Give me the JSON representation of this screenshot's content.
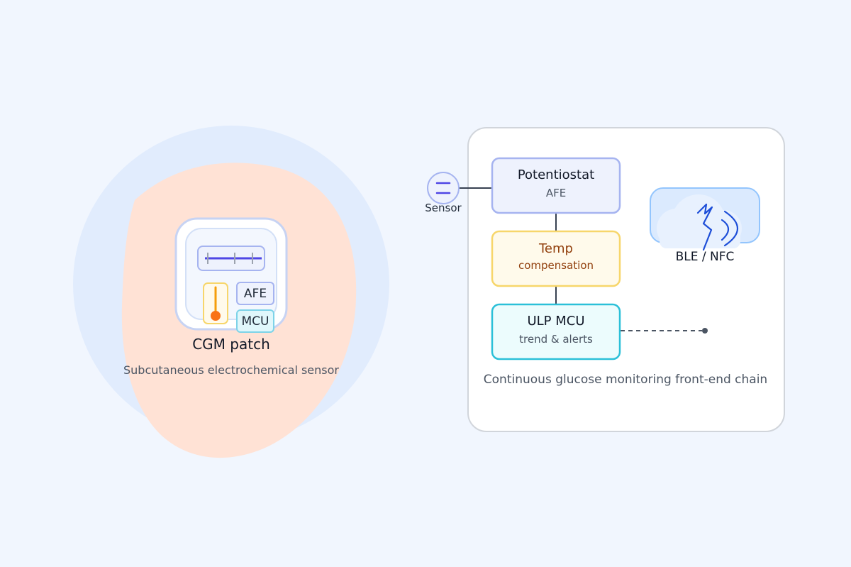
{
  "colors": {
    "background": "#f1f6fe",
    "halo": "#e1ecfd",
    "skin": "#ffe2d5",
    "patch_border": "#c7d3f3",
    "violet": "#4f46e5",
    "lavender_border": "#a6b4f0",
    "lavender_fill": "#eef2fd",
    "amber_border": "#f7d66b",
    "amber_fill": "#fffaeb",
    "amber_text": "#92400e",
    "cyan_border": "#2bc0d8",
    "cyan_fill": "#ecfcfd",
    "thermo_orange": "#f97316",
    "thermo_tube": "#f59e0b",
    "cloud_fill": "#dbeafe",
    "cloud_border": "#93c5fd",
    "wireless_blue": "#1d4ed8",
    "text_dark": "#1f2937",
    "text_muted": "#4b5563",
    "connector": "#374151",
    "panel_border": "#d1d5db"
  },
  "left": {
    "title": "CGM patch",
    "subtitle": "Subcutaneous electrochemical sensor",
    "chip_afe": "AFE",
    "chip_mcu": "MCU"
  },
  "right": {
    "sensor_label": "Sensor",
    "potentiostat_title": "Potentiostat",
    "potentiostat_sub": "AFE",
    "temp_title": "Temp",
    "temp_sub": "compensation",
    "mcu_title": "ULP MCU",
    "mcu_sub": "trend & alerts",
    "wireless_label": "BLE / NFC",
    "caption": "Continuous glucose monitoring front-end chain"
  },
  "icons": {
    "sensor": "electrode-sensor-icon",
    "thermometer": "thermometer-icon",
    "wireless": "wireless-signal-icon",
    "cloud": "cloud-icon"
  }
}
